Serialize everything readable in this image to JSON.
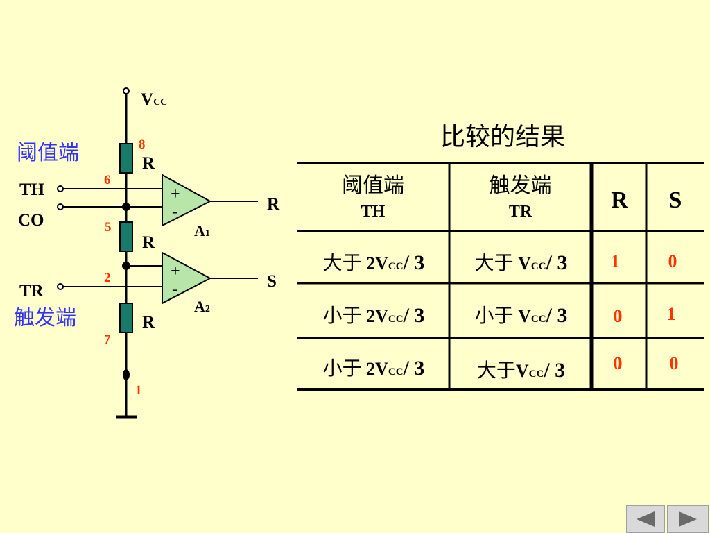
{
  "circuit": {
    "vcc": {
      "main": "V",
      "sub": "CC"
    },
    "labels": {
      "threshold_cn": "阈值端",
      "trigger_cn": "触发端",
      "th": "TH",
      "co": "CO",
      "tr": "TR",
      "r_out": "R",
      "s_out": "S"
    },
    "resistors": [
      "R",
      "R",
      "R"
    ],
    "pins": [
      "8",
      "6",
      "5",
      "2",
      "7",
      "1"
    ],
    "comparators": [
      {
        "name": "A",
        "sub": "1",
        "plus": "+",
        "minus": "-"
      },
      {
        "name": "A",
        "sub": "2",
        "plus": "+",
        "minus": "-"
      }
    ]
  },
  "table": {
    "title": "比较的结果",
    "headers": {
      "threshold": {
        "cn": "阈值端",
        "en": "TH"
      },
      "trigger": {
        "cn": "触发端",
        "en": "TR"
      },
      "r": "R",
      "s": "S"
    },
    "rows": [
      {
        "th_cn": "大于",
        "th_val": "2V",
        "th_sub": "CC",
        "th_div": "/ 3",
        "tr_cn": "大于",
        "tr_val": "V",
        "tr_sub": "CC",
        "tr_div": "/ 3",
        "r": "1",
        "s": "0"
      },
      {
        "th_cn": "小于",
        "th_val": "2V",
        "th_sub": "CC",
        "th_div": "/ 3",
        "tr_cn": "小于",
        "tr_val": "V",
        "tr_sub": "CC",
        "tr_div": "/ 3",
        "r": "0",
        "s": "1"
      },
      {
        "th_cn": "小于",
        "th_val": "2V",
        "th_sub": "CC",
        "th_div": "/ 3",
        "tr_cn": "大于",
        "tr_val": "V",
        "tr_sub": "CC",
        "tr_div": "/ 3",
        "r": "0",
        "s": "0"
      }
    ]
  },
  "nav": {
    "prev_icon": "triangle-left-icon",
    "next_icon": "triangle-right-icon"
  },
  "colors": {
    "background": "#FFFFCC",
    "resistor": "#1A7A6A",
    "comparator": "#B8E6A8",
    "pin_number": "#FF3300",
    "cn_label": "#3333FF"
  }
}
